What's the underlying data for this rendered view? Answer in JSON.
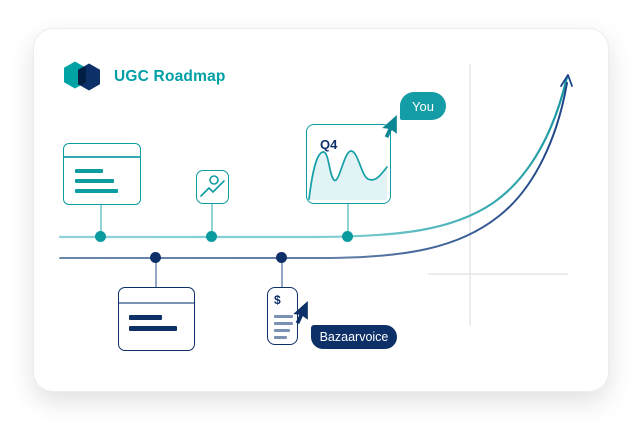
{
  "logo": {
    "text": "UGC Roadmap"
  },
  "bubbles": {
    "you": {
      "label": "You",
      "color": "#149da6"
    },
    "bazaarvoice": {
      "label": "Bazaarvoice",
      "color": "#0d3068"
    }
  },
  "cards": {
    "chart": {
      "label": "Q4"
    },
    "invoice": {
      "symbol": "$"
    }
  },
  "timeline": {
    "teal_dot_count": 3,
    "navy_dot_count": 2
  },
  "colors": {
    "teal_accent": "#0c9ca1",
    "teal_light": "#8fd4d6",
    "navy": "#0d3068",
    "steel_blue": "#6b86a9",
    "axis_gray": "#e5e5e5",
    "chart_fill": "#e1f3f4"
  }
}
